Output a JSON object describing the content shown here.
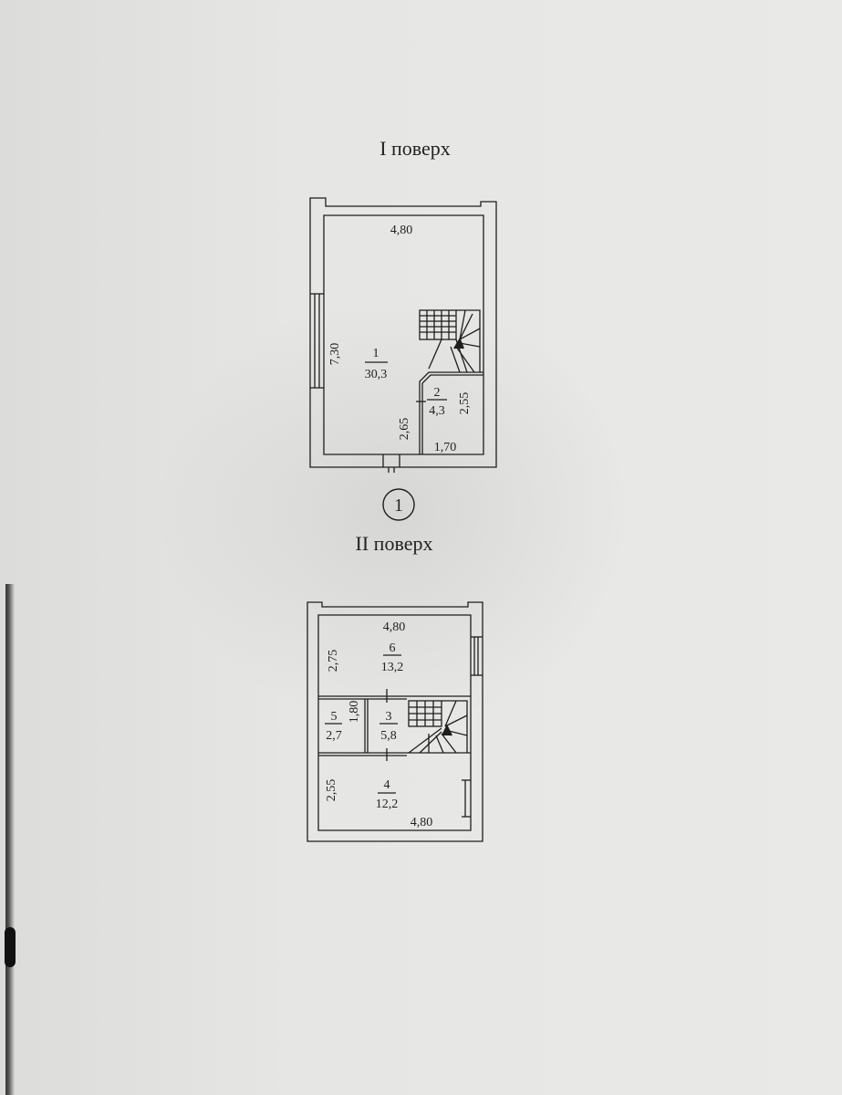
{
  "floor1": {
    "title": "I поверх",
    "dims": {
      "width_top": "4,80",
      "height_left": "7,30",
      "room2_width": "1,70",
      "room2_height": "2,55",
      "stair_wall": "2,65"
    },
    "rooms": [
      {
        "num": "1",
        "area": "30,3"
      },
      {
        "num": "2",
        "area": "4,3"
      }
    ]
  },
  "floor_marker": "1",
  "floor2": {
    "title": "II поверх",
    "dims": {
      "width_top": "4,80",
      "height_top": "2,75",
      "mid_height": "1,80",
      "height_bottom": "2,55",
      "width_bottom": "4,80"
    },
    "rooms": [
      {
        "num": "6",
        "area": "13,2"
      },
      {
        "num": "5",
        "area": "2,7"
      },
      {
        "num": "3",
        "area": "5,8"
      },
      {
        "num": "4",
        "area": "12,2"
      }
    ]
  }
}
